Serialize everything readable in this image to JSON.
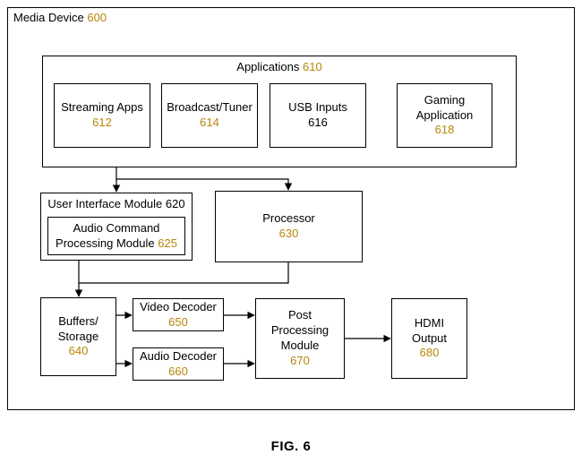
{
  "device": {
    "label": "Media Device",
    "ref": "600"
  },
  "applications": {
    "label": "Applications",
    "ref": "610"
  },
  "streaming_apps": {
    "label": "Streaming Apps",
    "ref": "612"
  },
  "broadcast_tuner": {
    "label": "Broadcast/Tuner",
    "ref": "614"
  },
  "usb_inputs": {
    "label": "USB Inputs",
    "ref": "616"
  },
  "gaming_application": {
    "line1": "Gaming",
    "line2": "Application",
    "ref": "618"
  },
  "ui_module": {
    "label": "User Interface Module",
    "ref": "620"
  },
  "audio_command": {
    "line1": "Audio Command",
    "line2": "Processing Module",
    "ref": "625"
  },
  "processor": {
    "label": "Processor",
    "ref": "630"
  },
  "buffers_storage": {
    "line1": "Buffers/",
    "line2": "Storage",
    "ref": "640"
  },
  "video_decoder": {
    "label": "Video Decoder",
    "ref": "650"
  },
  "audio_decoder": {
    "label": "Audio Decoder",
    "ref": "660"
  },
  "post_processing": {
    "line1": "Post",
    "line2": "Processing",
    "line3": "Module",
    "ref": "670"
  },
  "hdmi_output": {
    "line1": "HDMI",
    "line2": "Output",
    "ref": "680"
  },
  "caption": "FIG. 6",
  "colors": {
    "reference_number": "#b8860b",
    "line": "#000000",
    "background": "#ffffff"
  }
}
